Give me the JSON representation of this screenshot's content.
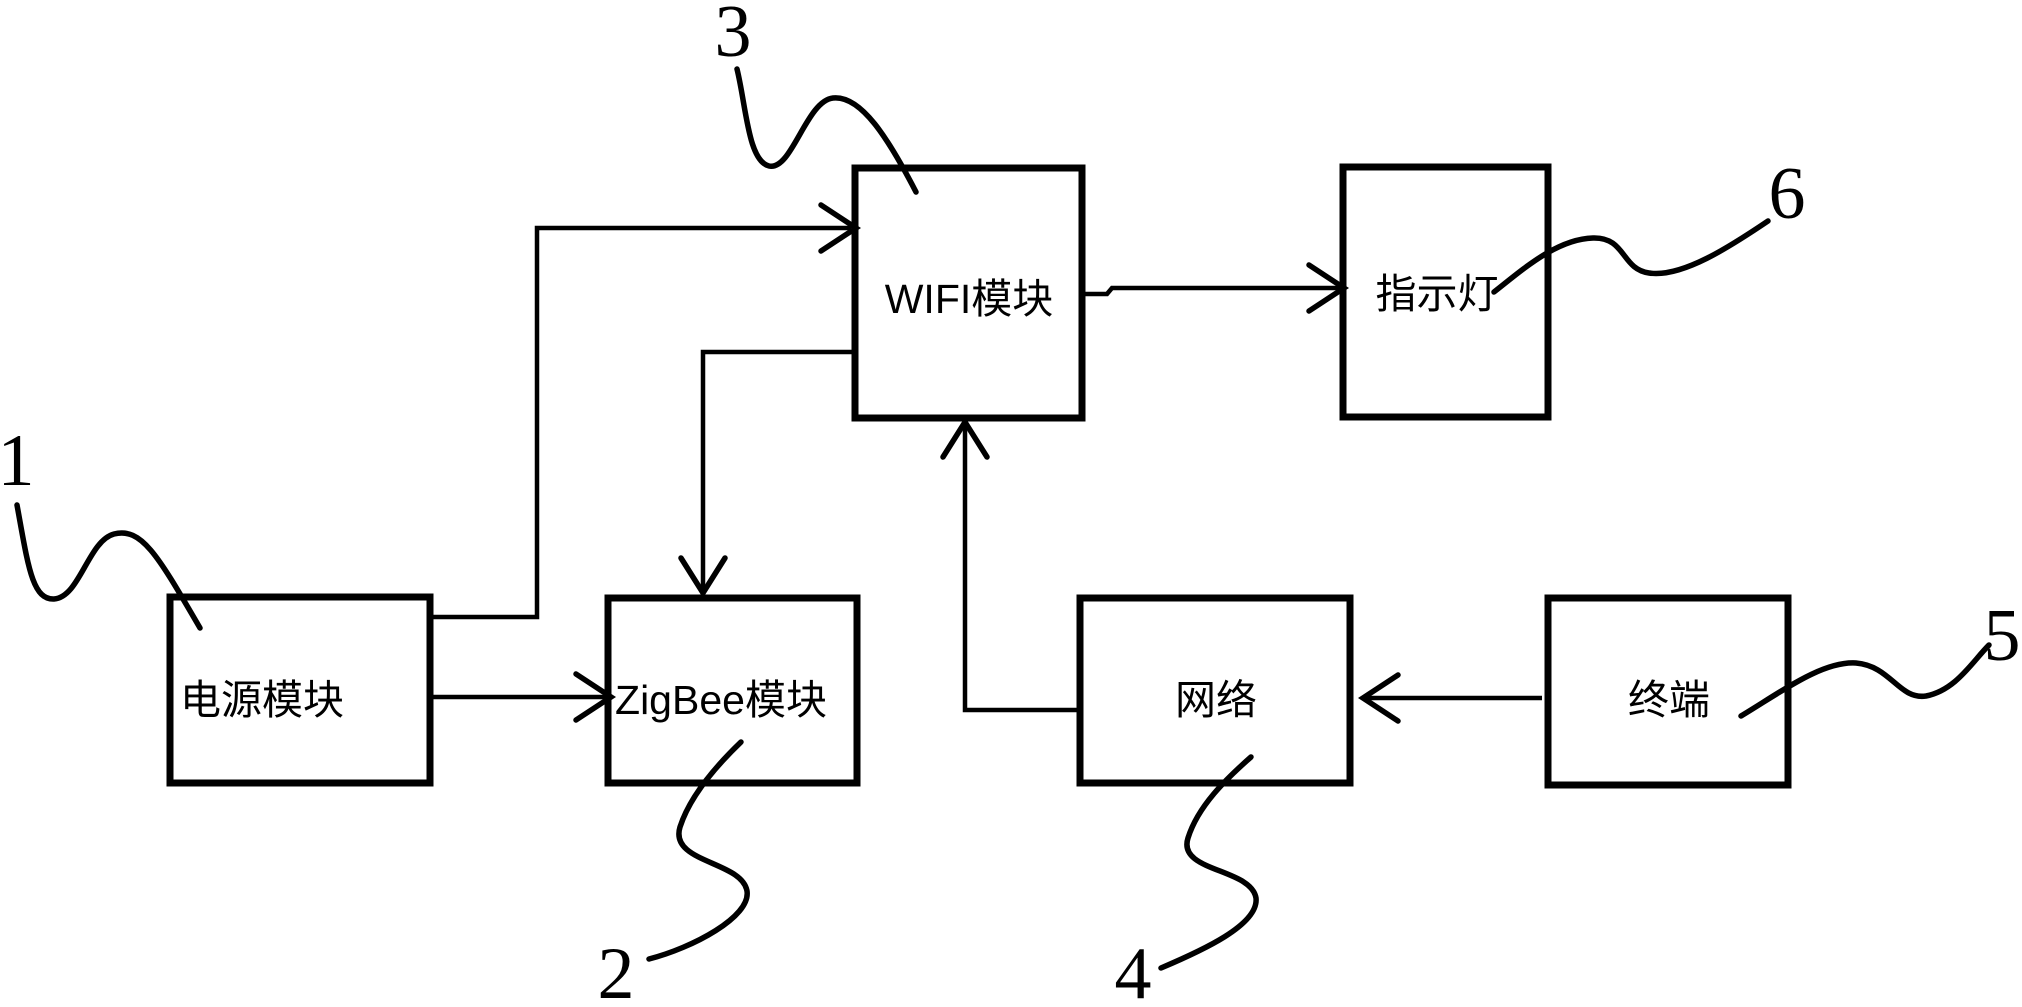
{
  "page": {
    "background": "#ffffff",
    "ink": "#000000",
    "description": "Hand-drawn style black-and-white block diagram of a ZigBee/WIFI gateway system with numbered reference leaders"
  },
  "diagram": {
    "type": "block-diagram",
    "boxes": [
      {
        "id": "power-module",
        "label": "电源模块",
        "ref": "1"
      },
      {
        "id": "zigbee-module",
        "label": "ZigBee模块",
        "ref": "2"
      },
      {
        "id": "wifi-module",
        "label": "WIFI模块",
        "ref": "3"
      },
      {
        "id": "network",
        "label": "网络",
        "ref": "4"
      },
      {
        "id": "terminal",
        "label": "终端",
        "ref": "5"
      },
      {
        "id": "indicator-light",
        "label": "指示灯",
        "ref": "6"
      }
    ],
    "edges": [
      {
        "from": "power-module",
        "to": "wifi-module",
        "arrow": "into wifi-module left side"
      },
      {
        "from": "power-module",
        "to": "zigbee-module",
        "arrow": "into zigbee-module left side"
      },
      {
        "from": "wifi-module",
        "to": "zigbee-module",
        "arrow": "down into zigbee-module top"
      },
      {
        "from": "network",
        "to": "wifi-module",
        "arrow": "up into wifi-module bottom"
      },
      {
        "from": "terminal",
        "to": "network",
        "arrow": "into network right side"
      },
      {
        "from": "wifi-module",
        "to": "indicator-light",
        "arrow": "into indicator-light left side"
      }
    ]
  }
}
